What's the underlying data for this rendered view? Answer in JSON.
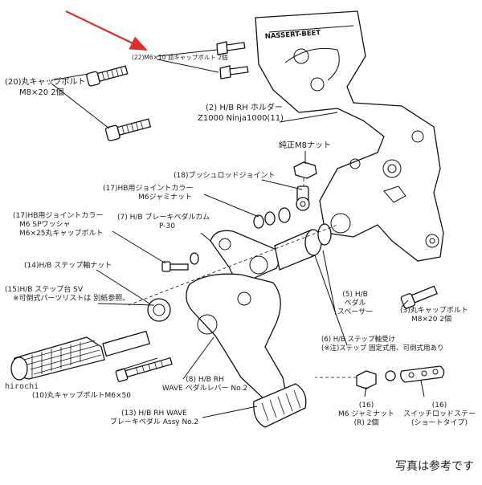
{
  "callouts": {
    "bolt_20": [
      "(20)丸キャップボルト",
      "M8×20 2個"
    ],
    "bolt_22": "(22)M6×10 皿キャップボルト 2個",
    "holder": [
      "(2) H/B RH ホルダー",
      "Z1000 Ninja1000(11)"
    ],
    "nut_m8": "純正M8ナット",
    "pushrod_joint": "(18)プッシュロッドジョイント",
    "joint_collar_17": [
      "(17)HB用ジョイントカラー",
      "M6ジャミナット"
    ],
    "joint_collar_17b": [
      "(17)HB用ジョイントカラー",
      "M6 SPワッシャ",
      "M6×25丸キャップボルト"
    ],
    "brake_cam": [
      "(7) H/B ブレーキペダルカム",
      "P-30"
    ],
    "step_nut": "(14)H/B ステップ軸ナット",
    "step_base": [
      "(15)H/B ステップ台 SV",
      "※可倒式パーツリストは 別紙参照。"
    ],
    "spacer": [
      "(5) H/B",
      "ペダル",
      "スペーサー"
    ],
    "bolt_3": [
      "(3)丸キャップボルト",
      "M8×20 2個"
    ],
    "step_shaft": [
      "(6) H/B ステップ軸受け",
      "(※注)ステップ 固定式用、可倒式用あり"
    ],
    "pedal_lever": [
      "(8) H/B RH",
      "WAVE ペダルレバー No.2"
    ],
    "bolt_10": "(10)丸キャップボルトM6×50",
    "pedal_assy": [
      "(13) H/B RH WAVE",
      "ブレーキペダル Assy No.2"
    ],
    "jam_nut": [
      "(16)",
      "M6 ジャミナット",
      "(R) 2個"
    ],
    "switch_rod": [
      "(16)",
      "スイッチロッドステー",
      "(ショートタイプ)"
    ]
  },
  "plate_text": "NASSERT-BEET",
  "watermark": "hirochi",
  "footer_note": "写真は参考です",
  "colors": {
    "arrow": "#d9302c",
    "line": "#111111",
    "text": "#1a1a1a",
    "background": "#ffffff"
  }
}
